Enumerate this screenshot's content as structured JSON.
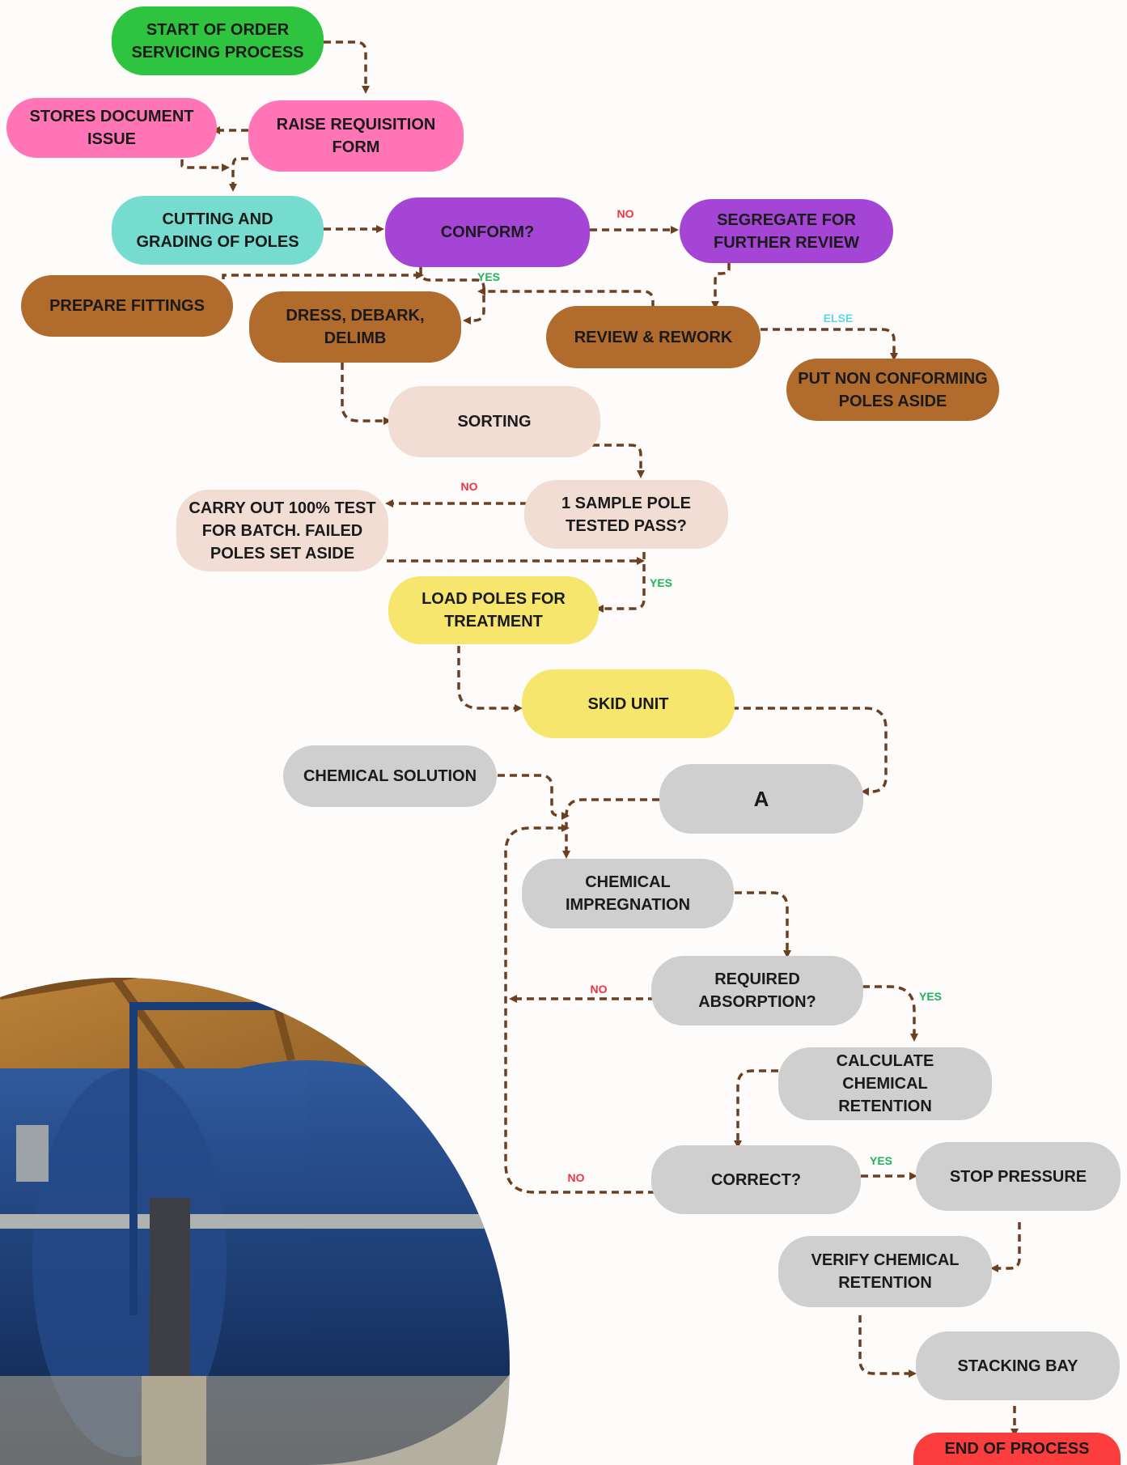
{
  "nodes": {
    "start": "START OF ORDER\nSERVICING PROCESS",
    "stores": "STORES DOCUMENT\nISSUE",
    "raise": "RAISE REQUISITION\nFORM",
    "cutting": "CUTTING AND\nGRADING OF POLES",
    "conform": "CONFORM?",
    "segregate": "SEGREGATE FOR\nFURTHER REVIEW",
    "prepare": "PREPARE FITTINGS",
    "dress": "DRESS, DEBARK,\nDELIMB",
    "review": "REVIEW & REWORK",
    "nonconform": "PUT NON CONFORMING\nPOLES ASIDE",
    "sorting": "SORTING",
    "sample": "1  SAMPLE POLE\nTESTED PASS?",
    "carry": "CARRY OUT 100% TEST\nFOR BATCH. FAILED\nPOLES SET ASIDE",
    "load": "LOAD POLES FOR\nTREATMENT",
    "skid": "SKID UNIT",
    "chemsol": "CHEMICAL SOLUTION",
    "a": "A",
    "impreg": "CHEMICAL\nIMPREGNATION",
    "absorb": "REQUIRED\nABSORPTION?",
    "calc": "CALCULATE\nCHEMICAL\nRETENTION",
    "correct": "CORRECT?",
    "stop": "STOP PRESSURE",
    "verify": "VERIFY CHEMICAL\nRETENTION",
    "stacking": "STACKING BAY",
    "end": "END OF PROCESS"
  },
  "labels": {
    "conform_no": "NO",
    "conform_yes": "YES",
    "review_else": "ELSE",
    "sample_no": "NO",
    "sample_yes": "YES",
    "absorb_no": "NO",
    "absorb_yes": "YES",
    "correct_yes": "YES",
    "correct_no": "NO"
  },
  "colors": {
    "arrow": "#6e3f1f",
    "start": "#2ec43f",
    "end": "#fb3d3d",
    "brown": "#b16b2c",
    "purple": "#a445d6"
  },
  "image": "photo of a blue cylindrical treatment tank in a warehouse"
}
